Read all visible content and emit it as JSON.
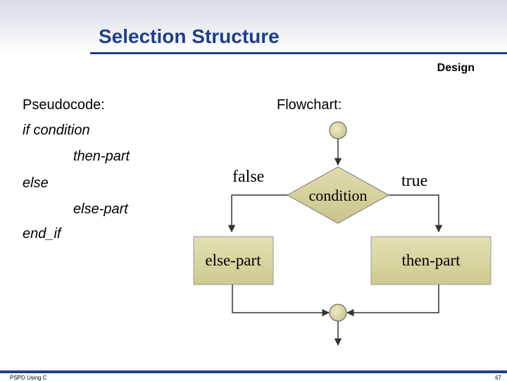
{
  "slide": {
    "title": "Selection Structure",
    "subtitle": "Design"
  },
  "pseudocode": {
    "heading": "Pseudocode:",
    "lines": [
      "if condition",
      "then-part",
      "else",
      "else-part",
      "end_if"
    ]
  },
  "flowchart": {
    "heading": "Flowchart:",
    "condition_label": "condition",
    "false_label": "false",
    "true_label": "true",
    "else_box_label": "else-part",
    "then_box_label": "then-part"
  },
  "footer": {
    "left": "PSPD Using C",
    "page_number": "67"
  },
  "colors": {
    "title": "#1f3f8a",
    "box_fill": "#d8d6a2",
    "node_fill": "#d7d49a"
  }
}
